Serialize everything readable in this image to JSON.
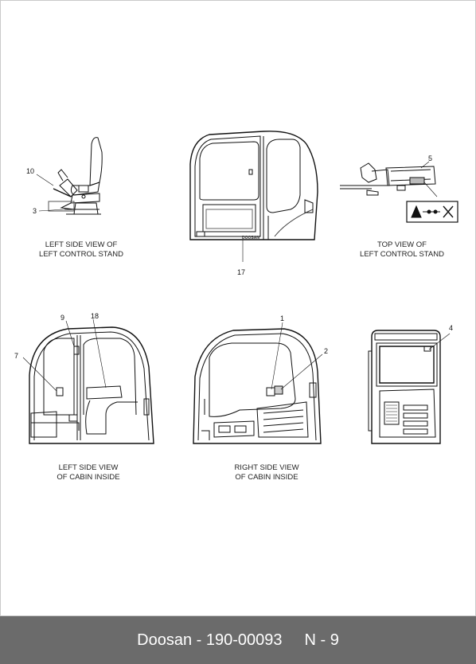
{
  "views": {
    "left_stand": {
      "line1": "LEFT SIDE VIEW OF",
      "line2": "LEFT CONTROL STAND"
    },
    "top_stand": {
      "line1": "TOP VIEW OF",
      "line2": "LEFT CONTROL STAND"
    },
    "left_cabin": {
      "line1": "LEFT SIDE VIEW",
      "line2": "OF CABIN INSIDE"
    },
    "right_cabin": {
      "line1": "RIGHT SIDE VIEW",
      "line2": "OF CABIN INSIDE"
    }
  },
  "callouts": {
    "c10": "10",
    "c3": "3",
    "c17": "17",
    "c5": "5",
    "c9": "9",
    "c18": "18",
    "c7": "7",
    "c1": "1",
    "c2": "2",
    "c4": "4"
  },
  "door_logo": "DOOSAN",
  "footer": {
    "doc": "Doosan - 190-00093",
    "page": "N - 9"
  }
}
